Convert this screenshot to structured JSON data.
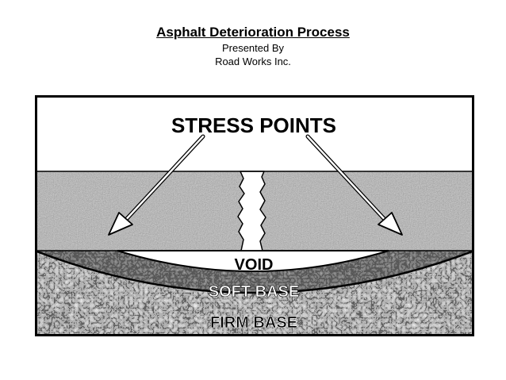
{
  "header": {
    "title": "Asphalt Deterioration Process",
    "presented_by": "Presented By",
    "company": "Road Works Inc."
  },
  "diagram": {
    "stress_label": "STRESS POINTS",
    "void_label": "VOID",
    "soft_base_label": "SOFT BASE",
    "firm_base_label": "FIRM BASE",
    "colors": {
      "asphalt": "#7a7a7a",
      "soft_base": "#3c3c3c",
      "firm_base": "#8e8e8e",
      "void": "#ffffff",
      "outline": "#000000"
    }
  }
}
